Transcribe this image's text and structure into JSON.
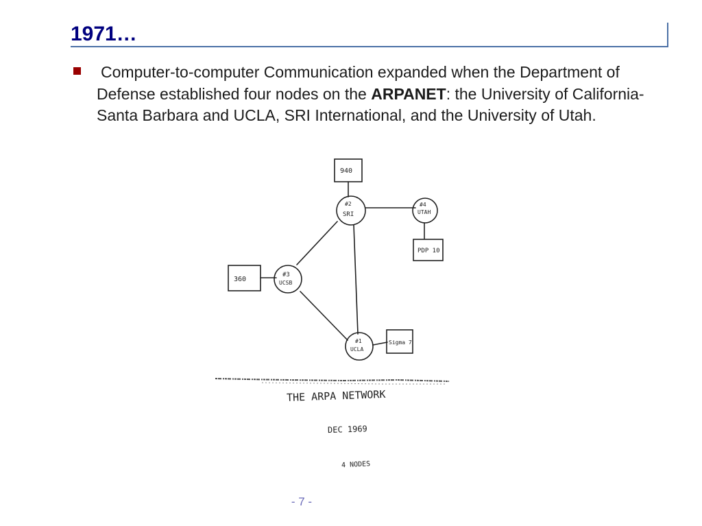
{
  "slide": {
    "title": "1971…",
    "bullet": {
      "lead": "Computer-to-computer Communication expanded when the Department of Defense established four nodes on the ",
      "emphasis": "ARPANET",
      "tail": ": the University of California-Santa Barbara and UCLA, SRI International, and the University of Utah."
    },
    "page_number": "- 7 -"
  },
  "sketch": {
    "nodes": {
      "sri": {
        "number": "#2",
        "name": "SRI"
      },
      "utah": {
        "number": "#4",
        "name": "UTAH"
      },
      "ucsb": {
        "number": "#3",
        "name": "UCSB"
      },
      "ucla": {
        "number": "#1",
        "name": "UCLA"
      }
    },
    "hosts": {
      "sri_host": "940",
      "utah_host": "PDP 10",
      "ucsb_host": "360",
      "ucla_host": "Sigma 7"
    },
    "caption": "THE ARPA NETWORK",
    "date": "DEC 1969",
    "count": "4 NODES"
  },
  "colors": {
    "title": "#00007f",
    "bullet": "#990000",
    "rule": "#4a6fa5",
    "footer": "#6a6ab8"
  }
}
